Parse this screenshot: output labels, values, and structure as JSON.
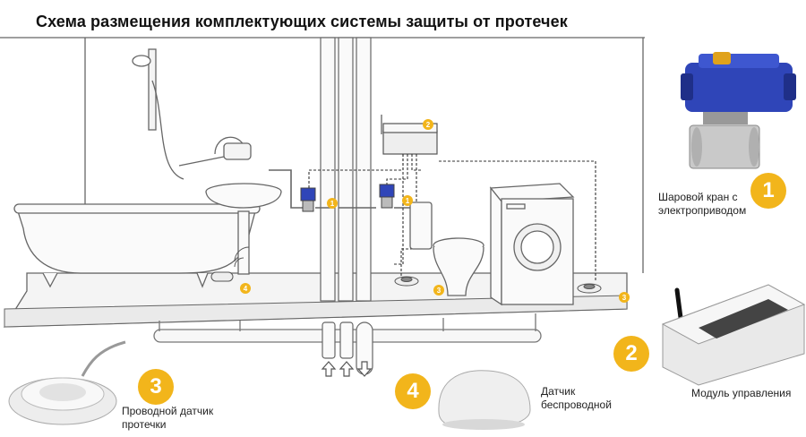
{
  "title": "Схема размещения комплектующих системы защиты от протечек",
  "components": [
    {
      "number": "1",
      "label_line1": "Шаровой кран с",
      "label_line2": "электроприводом"
    },
    {
      "number": "2",
      "label_line1": "Модуль управления",
      "label_line2": ""
    },
    {
      "number": "3",
      "label_line1": "Проводной датчик",
      "label_line2": "протечки"
    },
    {
      "number": "4",
      "label_line1": "Датчик",
      "label_line2": "беспроводной"
    }
  ],
  "mini_markers": {
    "valve_left": "1",
    "valve_right": "1",
    "module": "2",
    "sensor_wired_toilet": "3",
    "sensor_wired_washer": "3",
    "sensor_wireless_bath": "4"
  },
  "colors": {
    "badge": "#f2b51b",
    "valve_body": "#2f45b8",
    "lines": "#555555",
    "signal_dashed": "#333333"
  }
}
